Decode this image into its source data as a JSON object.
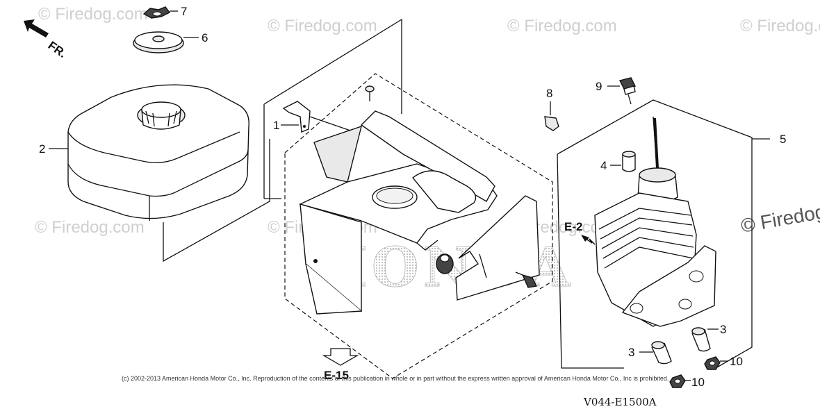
{
  "diagram": {
    "watermark_text": "© Firedog.com",
    "watermark_side": "© Firedog",
    "brand_watermark": "HONDA",
    "front_indicator": "FR.",
    "callouts": {
      "p1": "1",
      "p2": "2",
      "p3a": "3",
      "p3b": "3",
      "p4": "4",
      "p5": "5",
      "p6": "6",
      "p7": "7",
      "p8": "8",
      "p9": "9",
      "p10a": "10",
      "p10b": "10"
    },
    "refs": {
      "e15": "E-15",
      "e2": "E-2"
    },
    "copyright": "(c) 2002-2013 American Honda Motor Co., Inc. Reproduction of the contents of this publication in whole or in part without the express written approval of American Honda Motor Co., Inc is prohibited.",
    "diagram_code": "V044-E1500A"
  }
}
